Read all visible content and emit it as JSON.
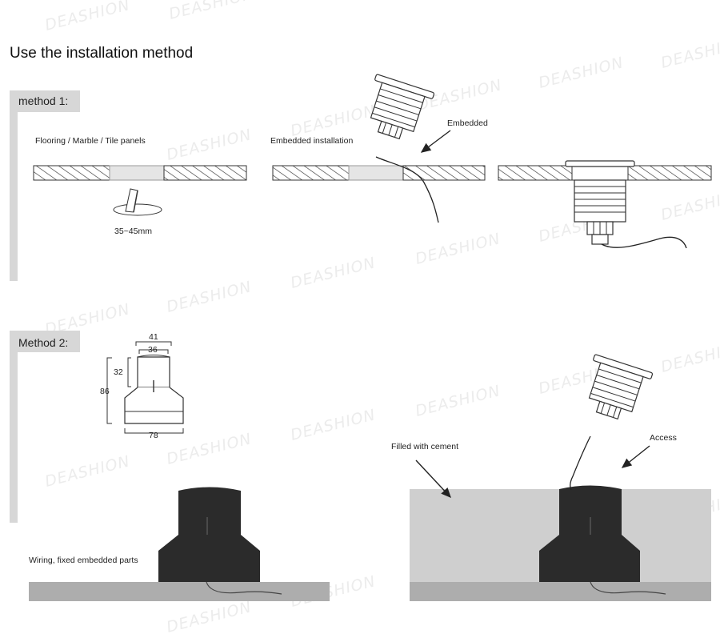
{
  "heading": "Use the installation method",
  "method1": {
    "label": "method 1:",
    "flooring_label": "Flooring / Marble / Tile panels",
    "hole_label": "35~45mm",
    "embedded_install_label": "Embedded installation",
    "embedded_arrow_label": "Embedded"
  },
  "method2": {
    "label": "Method 2:",
    "dims": {
      "top_outer": "41",
      "top_inner": "36",
      "neck": "32",
      "height": "86",
      "base": "78"
    },
    "wiring_label": "Wiring, fixed embedded parts",
    "cement_label": "Filled with cement",
    "access_label": "Access"
  },
  "watermark": "DEASHION",
  "colors": {
    "sidebar": "#d7d7d7",
    "cement": "#cfcfcf",
    "ground": "#adadad",
    "sleeve": "#2b2b2b"
  }
}
